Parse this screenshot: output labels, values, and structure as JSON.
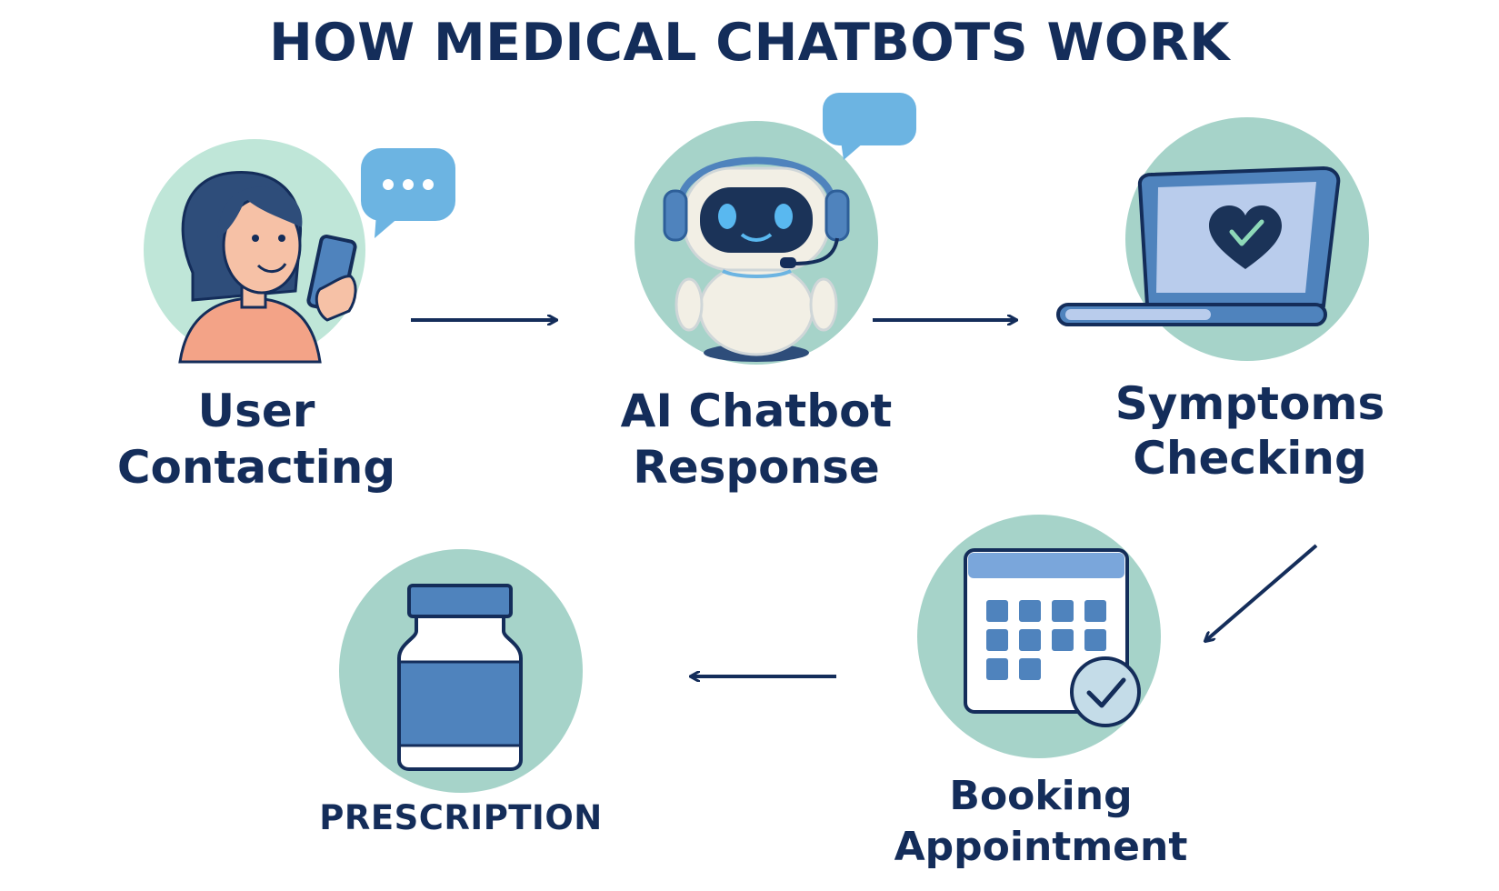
{
  "title": "HOW MEDICAL CHATBOTS WORK",
  "steps": [
    {
      "id": "user",
      "line1": "User",
      "line2": "Contacting",
      "icon": "woman-phone-icon"
    },
    {
      "id": "ai",
      "line1": "AI Chatbot",
      "line2": "Response",
      "icon": "robot-headset-icon"
    },
    {
      "id": "symptoms",
      "line1": "Symptoms",
      "line2": "Checking",
      "icon": "laptop-heart-icon"
    },
    {
      "id": "booking",
      "line1": "Booking",
      "line2": "Appointment",
      "icon": "calendar-check-icon"
    },
    {
      "id": "prescription",
      "line1": "PRESCRIPTION",
      "icon": "medicine-bottle-icon"
    }
  ],
  "colors": {
    "text": "#142d5a",
    "circle": "#a6d3c9",
    "circle_light": "#bfe6d8",
    "blue": "#4f83bd",
    "light_blue": "#6cb4e2",
    "calendar_header": "#7aa6db",
    "skin": "#f6c1a6",
    "shirt": "#f3a387"
  }
}
